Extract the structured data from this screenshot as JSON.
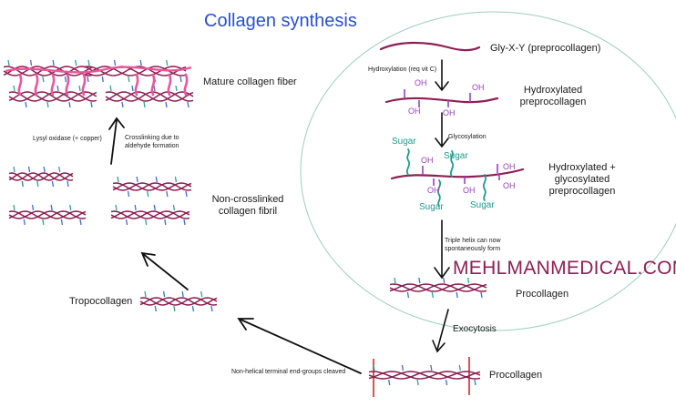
{
  "title": "Collagen synthesis",
  "watermark": "MEHLMANMEDICAL.COM",
  "colors": {
    "title": "#2a4fd0",
    "strand": "#8e1f52",
    "hydroxyl": "#9a3fc0",
    "sugar": "#1e9a8e",
    "crosslink": "#e8579a",
    "tick_blue": "#3d6fd6",
    "tick_teal": "#2aa59a",
    "cleave_line": "#d94040",
    "cell_boundary": "#9ccfbf",
    "watermark": "#8e1f52"
  },
  "stages": {
    "preprocollagen": "Gly-X-Y (preprocollagen)",
    "hydroxylated_line1": "Hydroxylated",
    "hydroxylated_line2": "preprocollagen",
    "glyco_line1": "Hydroxylated +",
    "glyco_line2": "glycosylated",
    "glyco_line3": "preprocollagen",
    "procollagen_inside": "Procollagen",
    "procollagen_outside": "Procollagen",
    "tropocollagen": "Tropocollagen",
    "fibril_line1": "Non-crosslinked",
    "fibril_line2": "collagen fibril",
    "mature": "Mature collagen fiber"
  },
  "steps": {
    "hydroxylation": "Hydroxylation (req vit C)",
    "glycosylation": "Glycosylation",
    "triple_helix_line1": "Triple helix can now",
    "triple_helix_line2": "spontaneously form",
    "exocytosis": "Exocytosis",
    "cleavage": "Non-helical terminal end-groups cleaved",
    "lysyl_oxidase": "Lysyl oxidase (+ copper)",
    "crosslinking_line1": "Crosslinking due to",
    "crosslinking_line2": "aldehyde formation"
  },
  "molecule_labels": {
    "oh": "OH",
    "sugar": "Sugar"
  }
}
